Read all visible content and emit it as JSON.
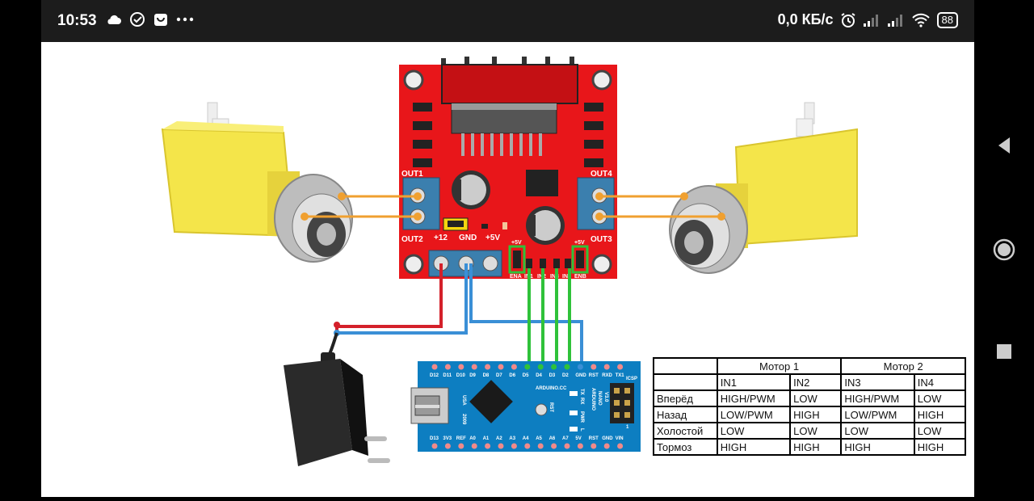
{
  "status_bar": {
    "time": "10:53",
    "net_speed": "0,0 КБ/с",
    "battery": "88",
    "icons": [
      "cloud-icon",
      "check-circle-icon",
      "shopping-bag-icon",
      "more-icon",
      "alarm-icon",
      "signal-icon",
      "signal-icon",
      "wifi-icon",
      "battery-icon"
    ]
  },
  "driver_board": {
    "labels": {
      "out1": "OUT1",
      "out2": "OUT2",
      "out3": "OUT3",
      "out4": "OUT4",
      "p12": "+12",
      "gnd": "GND",
      "p5": "+5V",
      "ena_5v": "+5V",
      "enb_5v": "+5V",
      "ena": "ENA",
      "in1": "IN1",
      "in2": "IN2",
      "in3": "IN3",
      "in4": "IN4",
      "enb": "ENB"
    }
  },
  "arduino": {
    "top_pins": [
      "D12",
      "D11",
      "D10",
      "D9",
      "D8",
      "D7",
      "D6",
      "D5",
      "D4",
      "D3",
      "D2",
      "GND",
      "RST",
      "RXD",
      "TX1"
    ],
    "bottom_pins": [
      "D13",
      "3V3",
      "REF",
      "A0",
      "A1",
      "A2",
      "A3",
      "A4",
      "A5",
      "A6",
      "A7",
      "5V",
      "RST",
      "GND",
      "VIN"
    ],
    "labels": {
      "brand": "ARDUINO.CC",
      "model_line1": "ARDUINO",
      "model_line2": "NANO",
      "model_line3": "V3.0",
      "icsp": "ICSP",
      "usa": "USA",
      "year": "2009",
      "rst": "RST",
      "led_tx": "TX",
      "led_rx": "RX",
      "led_pwr": "PWR",
      "led_l": "L",
      "pin1": "1"
    }
  },
  "truth_table": {
    "group_headers": [
      "Мотор 1",
      "Мотор 2"
    ],
    "sub_headers": [
      "IN1",
      "IN2",
      "IN3",
      "IN4"
    ],
    "rows": [
      {
        "label": "Вперёд",
        "values": [
          "HIGH/PWM",
          "LOW",
          "HIGH/PWM",
          "LOW"
        ]
      },
      {
        "label": "Назад",
        "values": [
          "LOW/PWM",
          "HIGH",
          "LOW/PWM",
          "HIGH"
        ]
      },
      {
        "label": "Холостой",
        "values": [
          "LOW",
          "LOW",
          "LOW",
          "LOW"
        ]
      },
      {
        "label": "Тормоз",
        "values": [
          "HIGH",
          "HIGH",
          "HIGH",
          "HIGH"
        ]
      }
    ]
  },
  "colors": {
    "board_red": "#e8161a",
    "terminal_blue": "#3b7fae",
    "arduino_blue": "#0d7ec1",
    "wire_orange": "#f0a030",
    "wire_red": "#d4202a",
    "wire_blue": "#3a8fd6",
    "wire_green": "#2fc23a",
    "motor_yellow": "#f4e54a"
  },
  "nav_bar": {
    "buttons": [
      "back-icon",
      "home-icon",
      "recents-icon"
    ]
  }
}
